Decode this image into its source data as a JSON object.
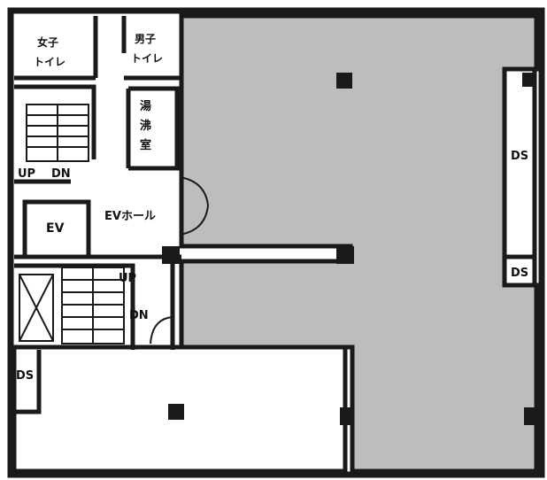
{
  "plan": {
    "colors": {
      "tenant_fill": "#bdbdbd",
      "wall": "#1a1a1a",
      "background": "#ffffff"
    },
    "labels": {
      "women_toilet_line1": "女子",
      "women_toilet_line2": "トイレ",
      "men_toilet_line1": "男子",
      "men_toilet_line2": "トイレ",
      "kitchen_line1": "湯",
      "kitchen_line2": "沸",
      "kitchen_line3": "室",
      "stair_upper_up": "UP",
      "stair_upper_dn": "DN",
      "ev": "EV",
      "ev_hall": "EVホール",
      "stair_lower_up": "UP",
      "stair_lower_dn": "DN",
      "ds_right_upper": "DS",
      "ds_right_lower": "DS",
      "ds_left": "DS"
    }
  }
}
